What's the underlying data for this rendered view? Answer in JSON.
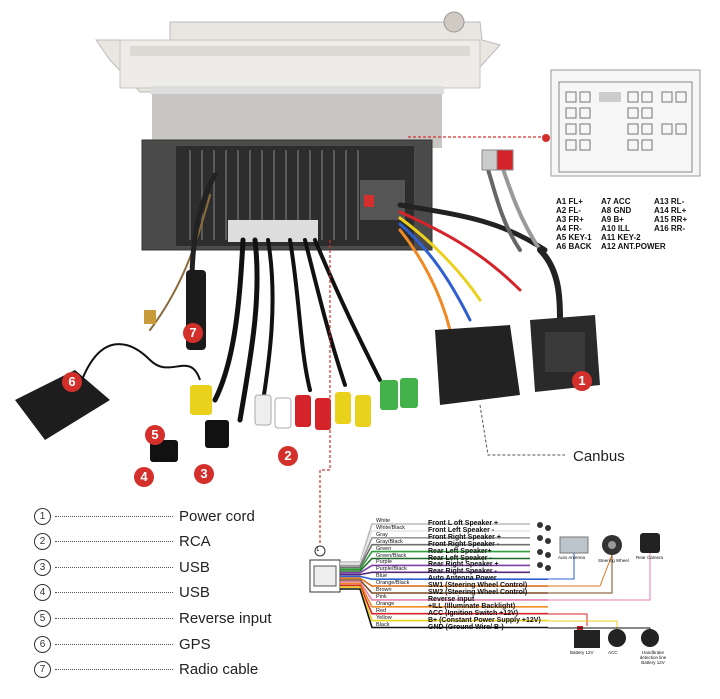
{
  "callout_badges": [
    "1",
    "2",
    "3",
    "4",
    "5",
    "6",
    "7"
  ],
  "canbus_label": "Canbus",
  "pinout": {
    "pins_col1": [
      "A1 FL+",
      "A2 FL-",
      "A3 FR+",
      "A4 FR-",
      "A5 KEY-1",
      "A6 BACK"
    ],
    "pins_col2": [
      "A7 ACC",
      "A8 GND",
      "A9 B+",
      "A10 ILL",
      "A11 KEY-2",
      "A12 ANT.POWER"
    ],
    "pins_col3": [
      "A13 RL-",
      "A14 RL+",
      "A15 RR+",
      "A16 RR-"
    ]
  },
  "legend": [
    {
      "num": "1",
      "label": "Power cord"
    },
    {
      "num": "2",
      "label": "RCA"
    },
    {
      "num": "3",
      "label": "USB"
    },
    {
      "num": "4",
      "label": "USB"
    },
    {
      "num": "5",
      "label": "Reverse input"
    },
    {
      "num": "6",
      "label": "GPS"
    },
    {
      "num": "7",
      "label": "Radio cable"
    }
  ],
  "harness": {
    "connector_num": "1",
    "wires": [
      {
        "color_name": "White",
        "hex": "#ffffff",
        "label": "Front L oft Speaker +"
      },
      {
        "color_name": "White/Black",
        "hex": "#e8e8e8",
        "label": "Front Left Speaker -"
      },
      {
        "color_name": "Gray",
        "hex": "#9a9a9a",
        "label": "Front Right Speaker +"
      },
      {
        "color_name": "Gray/Black",
        "hex": "#6f6f6f",
        "label": "Front Right Speaker -"
      },
      {
        "color_name": "Green",
        "hex": "#2e9e3a",
        "label": "Rear Left Speaker+"
      },
      {
        "color_name": "Green/Black",
        "hex": "#1f6e28",
        "label": "Rear Left Speaker -"
      },
      {
        "color_name": "Purple",
        "hex": "#7b3fa6",
        "label": "Rear Right Speaker +"
      },
      {
        "color_name": "Purple/Black",
        "hex": "#55287a",
        "label": "Rear Right Speaker -"
      },
      {
        "color_name": "Blue",
        "hex": "#2f5fd0",
        "label": "Auto Antenna Power"
      },
      {
        "color_name": "Orange/Black",
        "hex": "#d9761e",
        "label": "SW1 (Steering Wheel Control)"
      },
      {
        "color_name": "Brown",
        "hex": "#7a4a22",
        "label": "SW2 (Steering Wheel Control)"
      },
      {
        "color_name": "Pink",
        "hex": "#e77fb0",
        "label": "Reverse input"
      },
      {
        "color_name": "Orange",
        "hex": "#f08a24",
        "label": "+ILL (Illuminate Backlight)"
      },
      {
        "color_name": "Red",
        "hex": "#d4242a",
        "label": "ACC (Ignition Switch +12V)"
      },
      {
        "color_name": "Yellow",
        "hex": "#e9d11c",
        "label": "B+ (Constant Power Supply +12V)"
      },
      {
        "color_name": "Black",
        "hex": "#111111",
        "label": "GND (Ground Wire/ B-)"
      }
    ],
    "devices": [
      "Auto Antenna",
      "Steering Wheel",
      "Rear Camera",
      "Battery 12V",
      "ACC",
      "Handbrake detection line Battery 12V"
    ]
  },
  "colors": {
    "accent_red": "#d3302c",
    "leader_red": "#d3302c"
  }
}
